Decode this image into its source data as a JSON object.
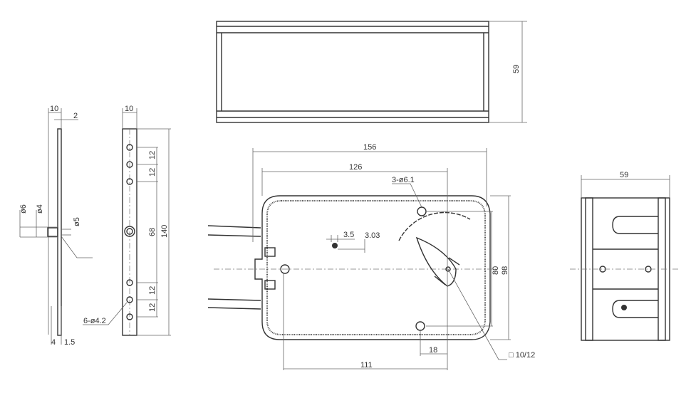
{
  "top_view": {
    "height": "59"
  },
  "bracket_side": {
    "width": "10",
    "thickness": "2",
    "d_outer": "ø6",
    "d_inner": "ø4",
    "d_pin": "ø5",
    "bottom_a": "4",
    "bottom_b": "1.5"
  },
  "bracket_front": {
    "width": "10",
    "pitch": [
      "12",
      "12",
      "68",
      "12",
      "12"
    ],
    "length": "140",
    "holes": "6-ø4.2"
  },
  "main_view": {
    "length": "156",
    "inner_length": "126",
    "holes": "3-ø6.1",
    "dim_a": "3.5",
    "dim_b": "3.03",
    "hole_spacing": "80",
    "height": "98",
    "offset": "18",
    "base_length": "111",
    "shaft": "□ 10/12"
  },
  "end_view": {
    "width": "59"
  }
}
